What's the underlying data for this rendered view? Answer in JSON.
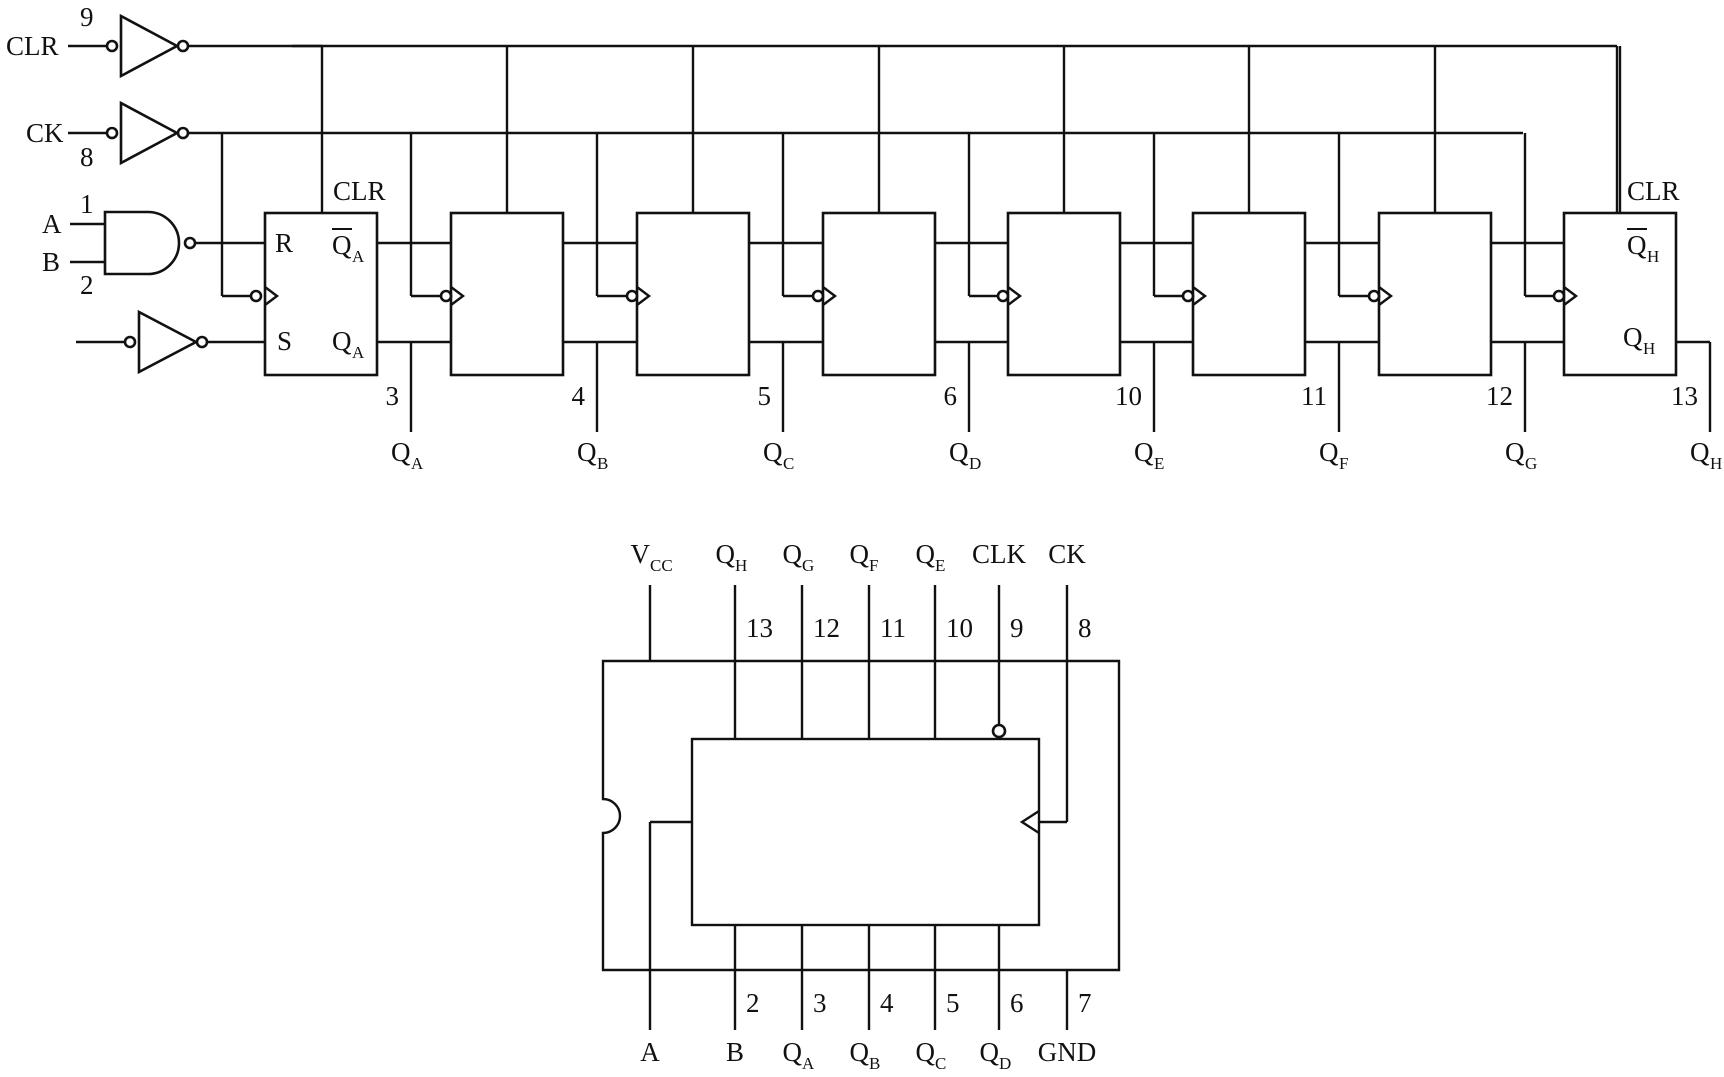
{
  "top": {
    "clr_input": {
      "label": "CLR",
      "pin": "9"
    },
    "ck_input": {
      "label": "CK",
      "pin": "8"
    },
    "gate_a": {
      "label": "A",
      "pin": "1"
    },
    "gate_b": {
      "label": "B",
      "pin": "2"
    },
    "ff_first": {
      "clr": "CLR",
      "r": "R",
      "s": "S",
      "q": "Q",
      "qbar": "Q",
      "sub": "A"
    },
    "ff_last": {
      "clr": "CLR",
      "q": "Q",
      "qbar": "Q",
      "sub": "H"
    },
    "outputs": [
      {
        "pin": "3",
        "name": "Q",
        "sub": "A"
      },
      {
        "pin": "4",
        "name": "Q",
        "sub": "B"
      },
      {
        "pin": "5",
        "name": "Q",
        "sub": "C"
      },
      {
        "pin": "6",
        "name": "Q",
        "sub": "D"
      },
      {
        "pin": "10",
        "name": "Q",
        "sub": "E"
      },
      {
        "pin": "11",
        "name": "Q",
        "sub": "F"
      },
      {
        "pin": "12",
        "name": "Q",
        "sub": "G"
      },
      {
        "pin": "13",
        "name": "Q",
        "sub": "H"
      }
    ]
  },
  "package": {
    "top_pins": [
      {
        "name": "V",
        "sub": "CC",
        "pin": ""
      },
      {
        "name": "Q",
        "sub": "H",
        "pin": "13"
      },
      {
        "name": "Q",
        "sub": "G",
        "pin": "12"
      },
      {
        "name": "Q",
        "sub": "F",
        "pin": "11"
      },
      {
        "name": "Q",
        "sub": "E",
        "pin": "10"
      },
      {
        "name": "CLK",
        "sub": "",
        "pin": "9"
      },
      {
        "name": "CK",
        "sub": "",
        "pin": "8"
      }
    ],
    "bottom_pins": [
      {
        "name": "A",
        "sub": "",
        "pin": ""
      },
      {
        "name": "B",
        "sub": "",
        "pin": "2"
      },
      {
        "name": "Q",
        "sub": "A",
        "pin": "3"
      },
      {
        "name": "Q",
        "sub": "B",
        "pin": "4"
      },
      {
        "name": "Q",
        "sub": "C",
        "pin": "5"
      },
      {
        "name": "Q",
        "sub": "D",
        "pin": "6"
      },
      {
        "name": "GND",
        "sub": "",
        "pin": "7"
      }
    ]
  }
}
